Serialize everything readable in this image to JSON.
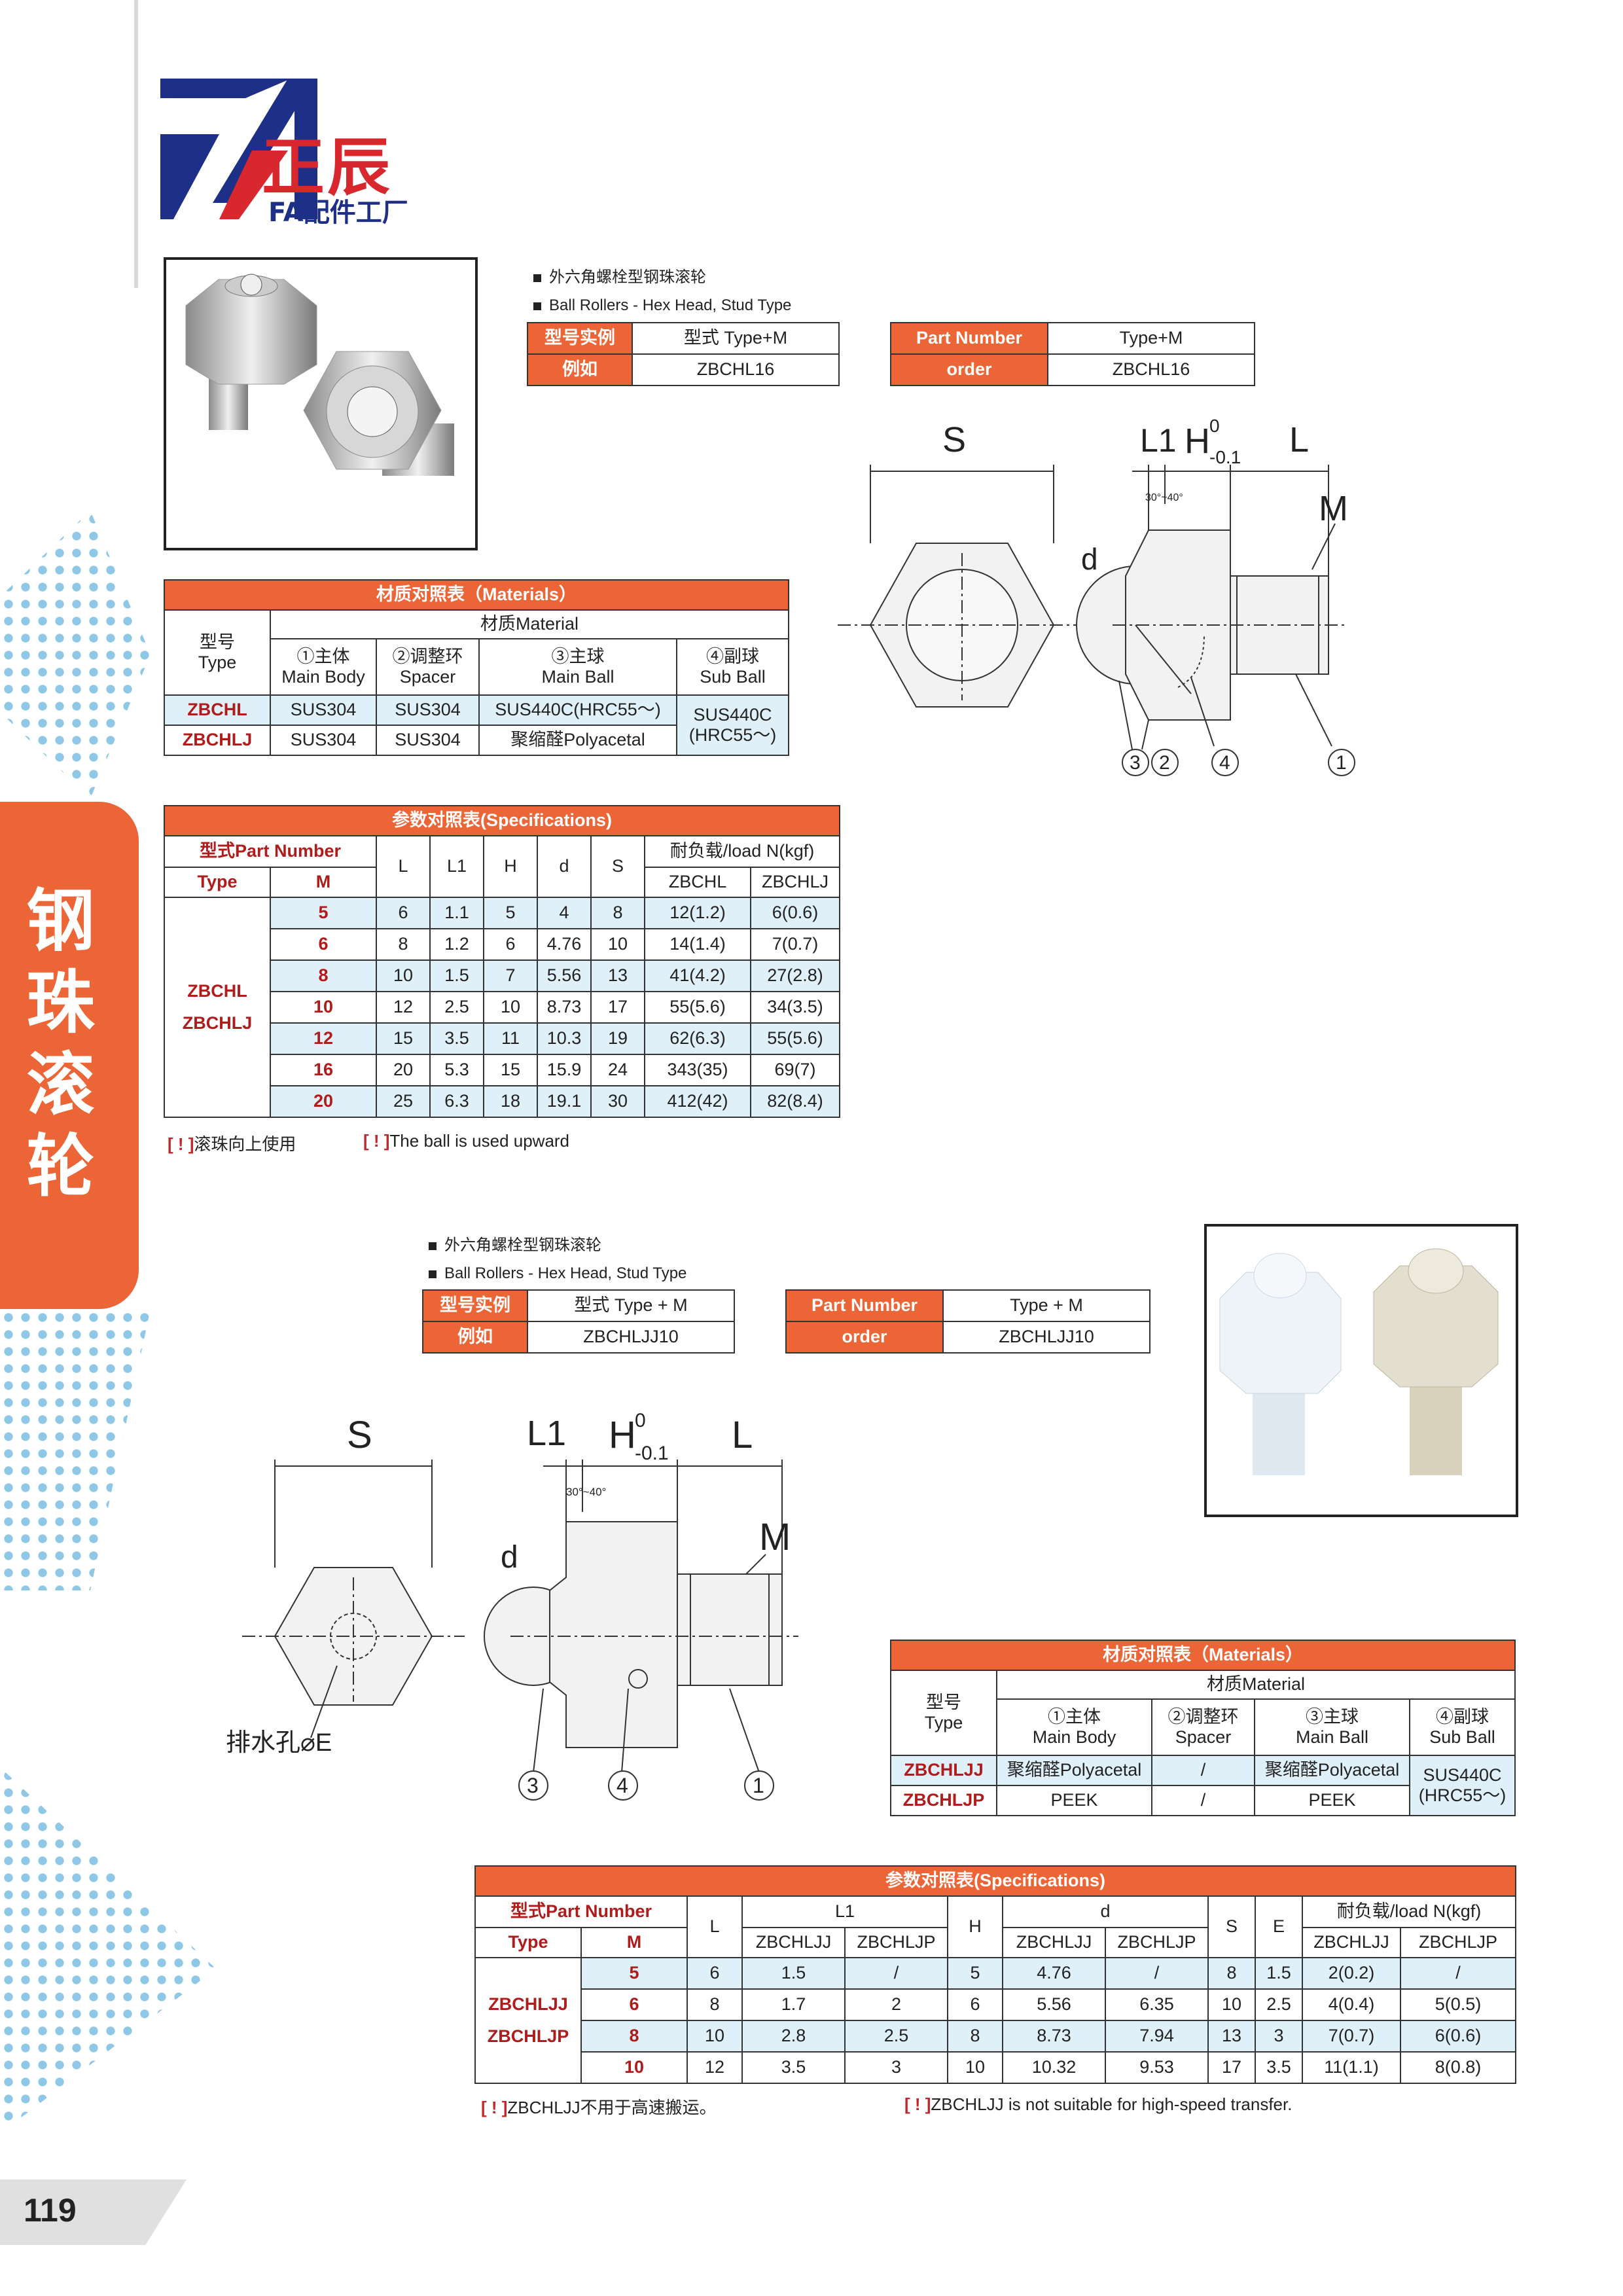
{
  "logo": {
    "brand_cn": "正辰",
    "brand_sub": "FA配件工厂"
  },
  "side_tab": {
    "chars": [
      "钢",
      "珠",
      "滚",
      "轮"
    ]
  },
  "page_number": "119",
  "section1": {
    "caption_cn": "外六角螺栓型钢珠滚轮",
    "caption_en": "Ball Rollers - Hex Head, Stud Type",
    "order_cn": {
      "row1_label": "型号实例",
      "row1_value": "型式  Type+M",
      "row2_label": "例如",
      "row2_value": "ZBCHL16"
    },
    "order_en": {
      "row1_label": "Part Number",
      "row1_value": "Type+M",
      "row2_label": "order",
      "row2_value": "ZBCHL16"
    },
    "diagram": {
      "S": "S",
      "L1": "L1",
      "H": "H",
      "H_sup": "0",
      "H_sub": "-0.1",
      "L": "L",
      "M": "M",
      "d": "d",
      "angle": "30°~40°",
      "c1": "1",
      "c2": "2",
      "c3": "3",
      "c4": "4"
    },
    "materials": {
      "title": "材质对照表（Materials）",
      "type_cn": "型号",
      "type_en": "Type",
      "material": "材质Material",
      "col1_cn": "①主体",
      "col1_en": "Main Body",
      "col2_cn": "②调整环",
      "col2_en": "Spacer",
      "col3_cn": "③主球",
      "col3_en": "Main Ball",
      "col4_cn": "④副球",
      "col4_en": "Sub Ball",
      "rows": [
        {
          "type": "ZBCHL",
          "c1": "SUS304",
          "c2": "SUS304",
          "c3": "SUS440C(HRC55～)"
        },
        {
          "type": "ZBCHLJ",
          "c1": "SUS304",
          "c2": "SUS304",
          "c3": "聚缩醛Polyacetal"
        }
      ],
      "sub_ball_line1": "SUS440C",
      "sub_ball_line2": "(HRC55～)"
    },
    "specs": {
      "title": "参数对照表(Specifications)",
      "part_number": "型式Part Number",
      "type": "Type",
      "m": "M",
      "L": "L",
      "L1": "L1",
      "H": "H",
      "d": "d",
      "S": "S",
      "load": "耐负载/load N(kgf)",
      "load1": "ZBCHL",
      "load2": "ZBCHLJ",
      "type_names": [
        "ZBCHL",
        "ZBCHLJ"
      ],
      "rows": [
        [
          "5",
          "6",
          "1.1",
          "5",
          "4",
          "8",
          "12(1.2)",
          "6(0.6)"
        ],
        [
          "6",
          "8",
          "1.2",
          "6",
          "4.76",
          "10",
          "14(1.4)",
          "7(0.7)"
        ],
        [
          "8",
          "10",
          "1.5",
          "7",
          "5.56",
          "13",
          "41(4.2)",
          "27(2.8)"
        ],
        [
          "10",
          "12",
          "2.5",
          "10",
          "8.73",
          "17",
          "55(5.6)",
          "34(3.5)"
        ],
        [
          "12",
          "15",
          "3.5",
          "11",
          "10.3",
          "19",
          "62(6.3)",
          "55(5.6)"
        ],
        [
          "16",
          "20",
          "5.3",
          "15",
          "15.9",
          "24",
          "343(35)",
          "69(7)"
        ],
        [
          "20",
          "25",
          "6.3",
          "18",
          "19.1",
          "30",
          "412(42)",
          "82(8.4)"
        ]
      ]
    },
    "note_mark": "[ ! ]",
    "note_cn": "滚珠向上使用",
    "note_en": "The ball is used upward"
  },
  "section2": {
    "caption_cn": "外六角螺栓型钢珠滚轮",
    "caption_en": "Ball Rollers - Hex Head, Stud Type",
    "order_cn": {
      "row1_label": "型号实例",
      "row1_value": "型式  Type + M",
      "row2_label": "例如",
      "row2_value": "ZBCHLJJ10"
    },
    "order_en": {
      "row1_label": "Part Number",
      "row1_value": "Type + M",
      "row2_label": "order",
      "row2_value": "ZBCHLJJ10"
    },
    "diagram": {
      "S": "S",
      "L1": "L1",
      "H": "H",
      "H_sup": "0",
      "H_sub": "-0.1",
      "L": "L",
      "M": "M",
      "d": "d",
      "angle": "30°~40°",
      "drain": "排水孔⌀E",
      "c1": "1",
      "c3": "3",
      "c4": "4"
    },
    "materials": {
      "title": "材质对照表（Materials）",
      "type_cn": "型号",
      "type_en": "Type",
      "material": "材质Material",
      "col1_cn": "①主体",
      "col1_en": "Main Body",
      "col2_cn": "②调整环",
      "col2_en": "Spacer",
      "col3_cn": "③主球",
      "col3_en": "Main Ball",
      "col4_cn": "④副球",
      "col4_en": "Sub Ball",
      "rows": [
        {
          "type": "ZBCHLJJ",
          "c1": "聚缩醛Polyacetal",
          "c2": "/",
          "c3": "聚缩醛Polyacetal"
        },
        {
          "type": "ZBCHLJP",
          "c1": "PEEK",
          "c2": "/",
          "c3": "PEEK"
        }
      ],
      "sub_ball_line1": "SUS440C",
      "sub_ball_line2": "(HRC55～)"
    },
    "specs": {
      "title": "参数对照表(Specifications)",
      "part_number": "型式Part Number",
      "type": "Type",
      "m": "M",
      "L": "L",
      "L1": "L1",
      "H": "H",
      "d": "d",
      "S": "S",
      "E": "E",
      "sub1": "ZBCHLJJ",
      "sub2": "ZBCHLJP",
      "load": "耐负载/load N(kgf)",
      "type_names": [
        "ZBCHLJJ",
        "ZBCHLJP"
      ],
      "rows": [
        [
          "5",
          "6",
          "1.5",
          "/",
          "5",
          "4.76",
          "/",
          "8",
          "1.5",
          "2(0.2)",
          "/"
        ],
        [
          "6",
          "8",
          "1.7",
          "2",
          "6",
          "5.56",
          "6.35",
          "10",
          "2.5",
          "4(0.4)",
          "5(0.5)"
        ],
        [
          "8",
          "10",
          "2.8",
          "2.5",
          "8",
          "8.73",
          "7.94",
          "13",
          "3",
          "7(0.7)",
          "6(0.6)"
        ],
        [
          "10",
          "12",
          "3.5",
          "3",
          "10",
          "10.32",
          "9.53",
          "17",
          "3.5",
          "11(1.1)",
          "8(0.8)"
        ]
      ]
    },
    "note_mark": "[ ! ]",
    "note_cn": "ZBCHLJJ不用于高速搬运。",
    "note_en": "ZBCHLJJ is not suitable for high-speed transfer."
  }
}
